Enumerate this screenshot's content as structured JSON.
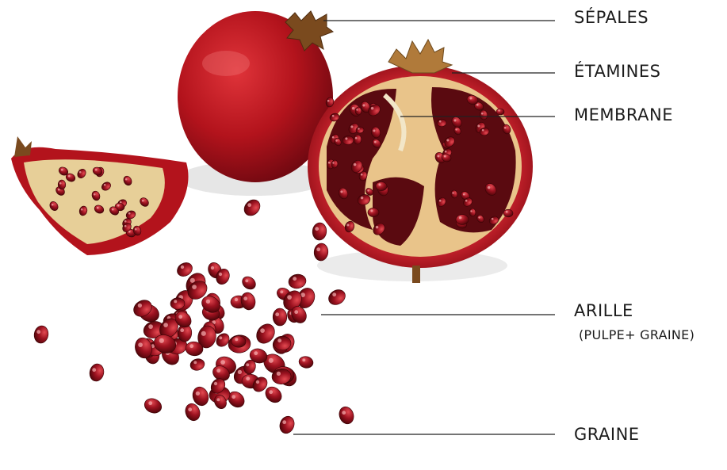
{
  "labels": {
    "sepales": "SÉPALES",
    "etamines": "ÉTAMINES",
    "membrane": "MEMBRANE",
    "arille": "ARILLE",
    "arille_note": "(PULPE+ GRAINE)",
    "graine": "GRAINE"
  },
  "colors": {
    "peel": "#b3131c",
    "peel_dark": "#7a0a12",
    "aril": "#8e0f1c",
    "pith": "#efe2c2",
    "leader_line": "#222222"
  }
}
